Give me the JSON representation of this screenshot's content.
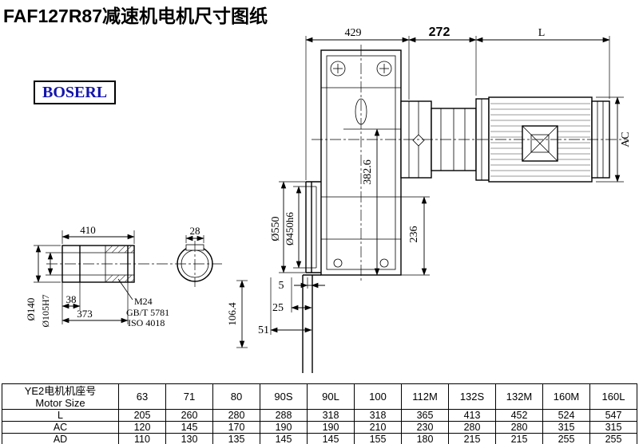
{
  "title": "FAF127R87减速机电机尺寸图纸",
  "logo": {
    "text": "BOSERL",
    "color": "#1414ad"
  },
  "drawing": {
    "dim_429": "429",
    "dim_272": "272",
    "dim_L": "L",
    "dim_AC": "AC",
    "dim_phi550": "Ø550",
    "dim_phi450": "Ø450h6",
    "dim_382_6": "382.6",
    "dim_236": "236",
    "dim_410": "410",
    "dim_28": "28",
    "dim_phi140": "Ø140",
    "dim_phi105": "Ø105H7",
    "dim_38": "38",
    "dim_373": "373",
    "thread_callout_line1": "M24",
    "thread_callout_line2": "GB/T 5781",
    "thread_callout_line3": "ISO 4018",
    "dim_106_4": "106.4",
    "dim_5": "5",
    "dim_25": "25",
    "dim_51": "51"
  },
  "table": {
    "header_cn": "YE2电机机座号",
    "header_en": "Motor Size",
    "sizes": [
      "63",
      "71",
      "80",
      "90S",
      "90L",
      "100",
      "112M",
      "132S",
      "132M",
      "160M",
      "160L"
    ],
    "rows": [
      {
        "label": "L",
        "values": [
          "205",
          "260",
          "280",
          "288",
          "318",
          "318",
          "365",
          "413",
          "452",
          "524",
          "547"
        ]
      },
      {
        "label": "AC",
        "values": [
          "120",
          "145",
          "170",
          "190",
          "190",
          "210",
          "230",
          "280",
          "280",
          "315",
          "315"
        ]
      },
      {
        "label": "AD",
        "values": [
          "110",
          "130",
          "135",
          "145",
          "145",
          "155",
          "180",
          "215",
          "215",
          "255",
          "255"
        ]
      }
    ]
  }
}
